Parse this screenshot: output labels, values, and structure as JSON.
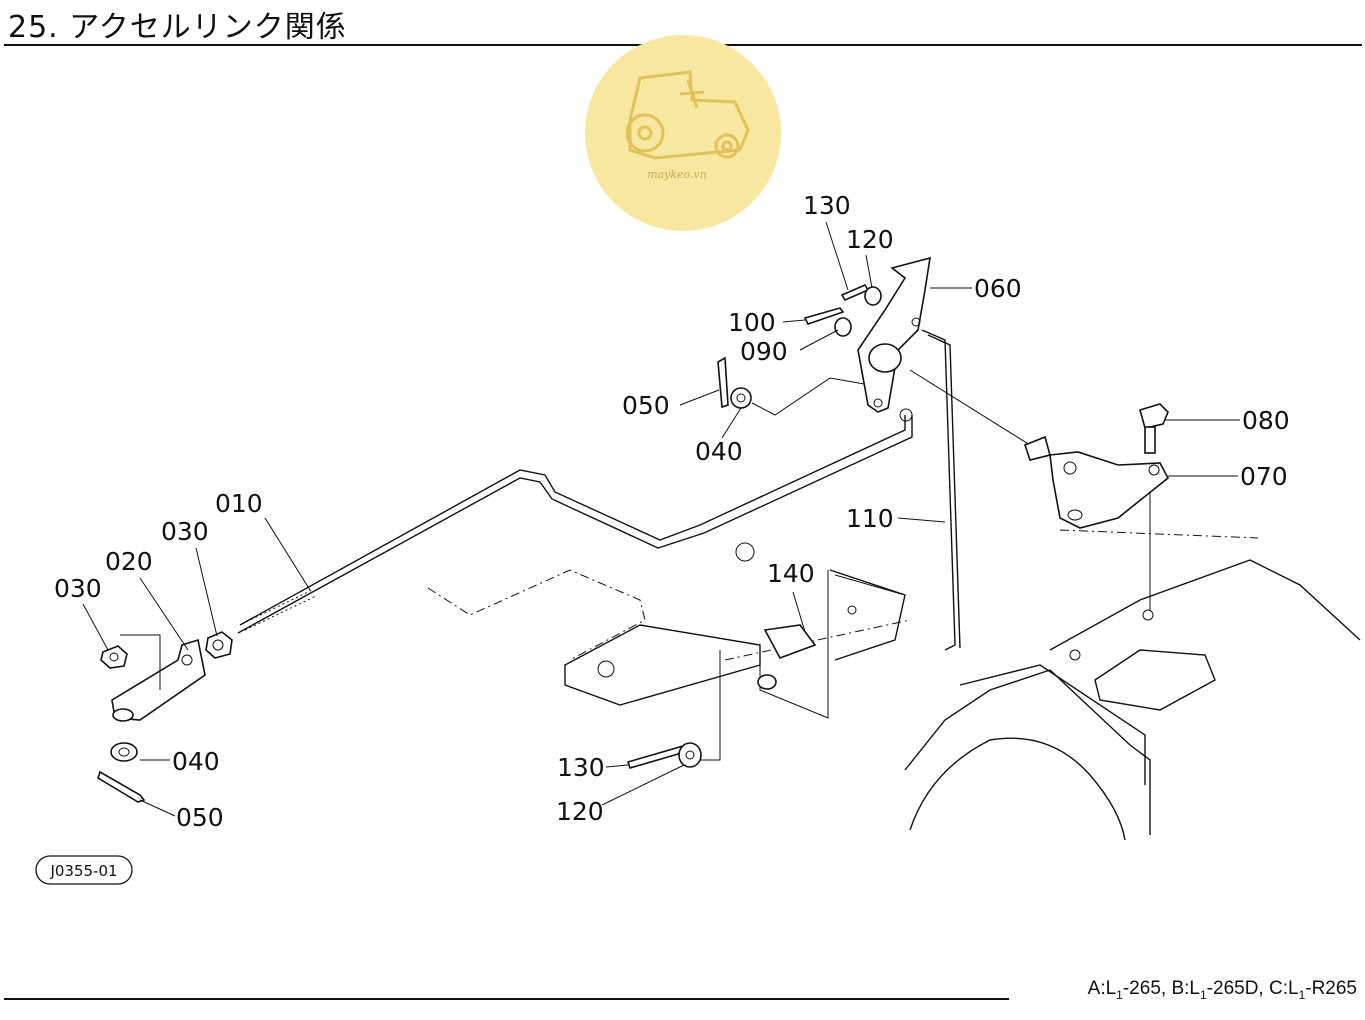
{
  "title": "25. アクセルリンク関係",
  "drawing_code": "J0355-01",
  "footer": {
    "a_prefix": "A:L",
    "a_sub": "1",
    "a_suffix": "-265,",
    "b_prefix": "B:L",
    "b_sub": "1",
    "b_suffix": "-265D,",
    "c_prefix": "C:L",
    "c_sub": "1",
    "c_suffix": "-R265"
  },
  "logo_text": "maykeo.vn",
  "logo_color": "#f7e7a1",
  "callouts": [
    {
      "id": "c010",
      "label": "010"
    },
    {
      "id": "c020",
      "label": "020"
    },
    {
      "id": "c030a",
      "label": "030"
    },
    {
      "id": "c030b",
      "label": "030"
    },
    {
      "id": "c040a",
      "label": "040"
    },
    {
      "id": "c050a",
      "label": "050"
    },
    {
      "id": "c040b",
      "label": "040"
    },
    {
      "id": "c050b",
      "label": "050"
    },
    {
      "id": "c060",
      "label": "060"
    },
    {
      "id": "c070",
      "label": "070"
    },
    {
      "id": "c080",
      "label": "080"
    },
    {
      "id": "c090",
      "label": "090"
    },
    {
      "id": "c100",
      "label": "100"
    },
    {
      "id": "c110",
      "label": "110"
    },
    {
      "id": "c120a",
      "label": "120"
    },
    {
      "id": "c130a",
      "label": "130"
    },
    {
      "id": "c120b",
      "label": "120"
    },
    {
      "id": "c130b",
      "label": "130"
    },
    {
      "id": "c140",
      "label": "140"
    }
  ]
}
